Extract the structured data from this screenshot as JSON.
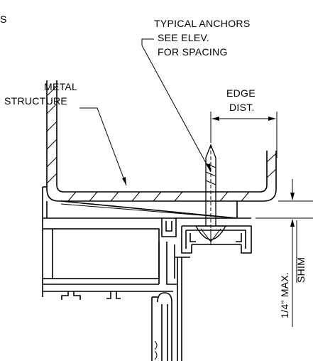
{
  "corner_text": "S",
  "labels": {
    "typical_anchors": [
      "TYPICAL ANCHORS",
      "SEE ELEV.",
      "FOR SPACING"
    ],
    "metal_structure": [
      "METAL",
      "STRUCTURE"
    ],
    "edge_dist": [
      "EDGE",
      "DIST."
    ],
    "max_dim": "1/4\" MAX.",
    "shim": "SHIM"
  }
}
